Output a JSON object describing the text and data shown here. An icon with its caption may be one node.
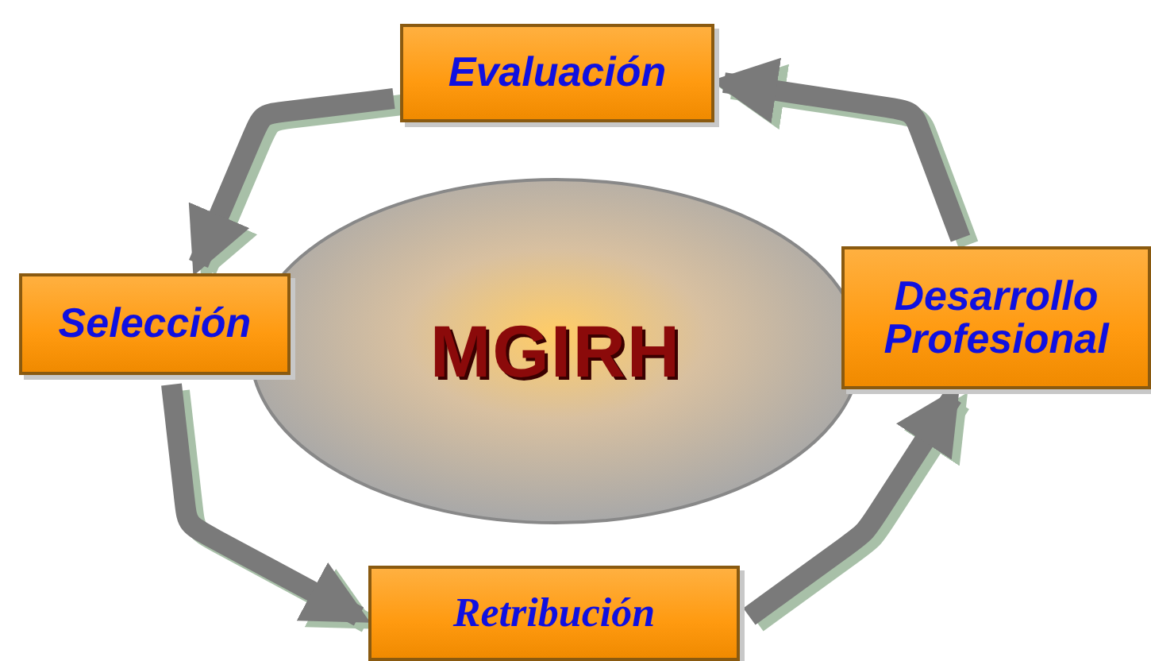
{
  "diagram": {
    "nodes": [
      {
        "text": [
          "MGIRH"
        ]
      },
      {
        "text": [
          "Evaluación"
        ]
      },
      {
        "text": [
          "Desarrollo Profesional"
        ]
      },
      {
        "text": [
          "Retribución"
        ]
      },
      {
        "text": [
          "Selección"
        ]
      }
    ],
    "edges": [
      {
        "from": 1,
        "to": 4,
        "arrow": "to"
      },
      {
        "from": 4,
        "to": 3,
        "arrow": "to"
      },
      {
        "from": 3,
        "to": 2,
        "arrow": "to"
      },
      {
        "from": 2,
        "to": 1,
        "arrow": "to"
      }
    ]
  }
}
